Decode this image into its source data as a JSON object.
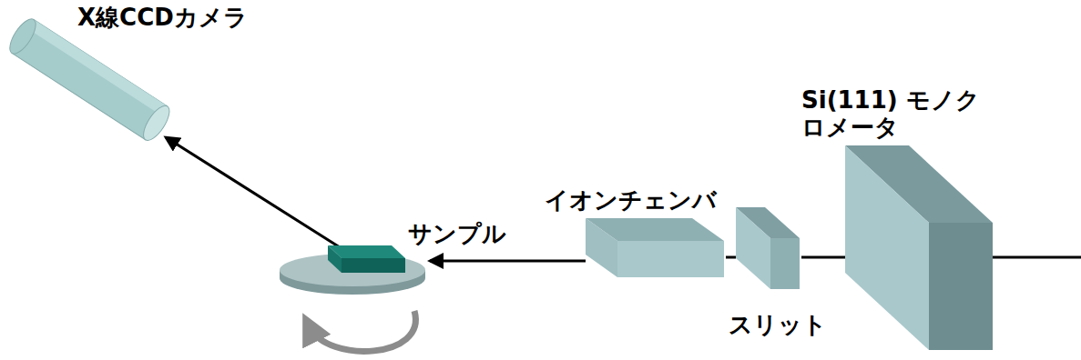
{
  "diagram": {
    "nodes": [
      {
        "text": [
          "X線CCDカメラ"
        ]
      },
      {
        "text": [
          "Si(111) モノクロメータ"
        ]
      },
      {
        "text": [
          "イオンチェンバ"
        ]
      },
      {
        "text": [
          "スリット"
        ]
      },
      {
        "text": [
          "サンプル"
        ]
      }
    ],
    "edges": [
      {
        "from": 1,
        "to": 3,
        "arrow": "none"
      },
      {
        "from": 3,
        "to": 2,
        "arrow": "none"
      },
      {
        "from": 2,
        "to": 4,
        "arrow": "to"
      },
      {
        "from": 4,
        "to": 0,
        "arrow": "to"
      }
    ]
  }
}
